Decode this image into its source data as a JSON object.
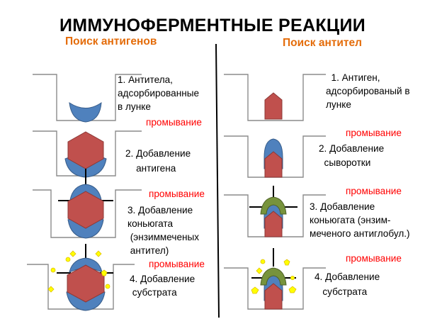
{
  "title": "ИММУНОФЕРМЕНТНЫЕ РЕАКЦИИ",
  "left": {
    "heading": "Поиск антигенов",
    "steps": [
      "1. Антитела,\nадсорбированные\nв лунке",
      "2. Добавление\n    антигена",
      "3. Добавление\nконьюгата\n (энзиммеченых\n антител)",
      "4. Добавление\n субстрата"
    ],
    "washes": [
      "промывание",
      "промывание",
      "промывание"
    ]
  },
  "right": {
    "heading": "Поиск антител",
    "steps": [
      "  1. Антиген,\nадсорбированый в\nлунке",
      "2. Добавление\n  сыворотки",
      "3. Добавление\nконьюгата (энзим-\nмеченого антиглобул.)",
      "4. Добавление\n   субстрата"
    ],
    "washes": [
      "промывание",
      "промывание",
      "промывание"
    ]
  },
  "colors": {
    "heading": "#e46c0a",
    "wash": "#ff0000",
    "antibody": "#4f81bd",
    "antigen": "#c0504d",
    "conjugate": "#77933c",
    "substrate": "#ffff00"
  }
}
